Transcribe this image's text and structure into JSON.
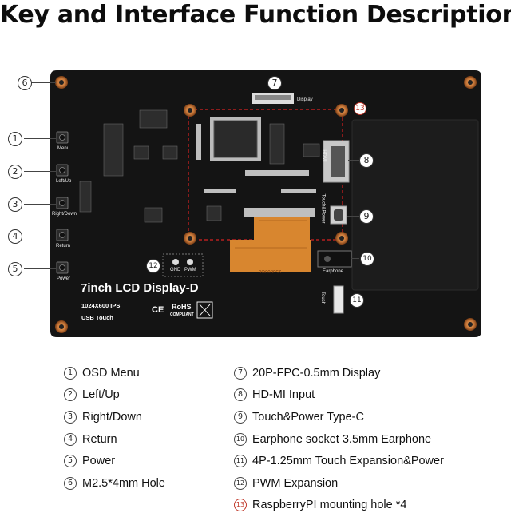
{
  "title": "Key and Interface Function Description",
  "board": {
    "model": "7inch LCD Display-D",
    "resolution": "1024X600 IPS",
    "touch": "USB Touch",
    "button_labels": [
      "Menu",
      "Left/Up",
      "Right/Down",
      "Return",
      "Power"
    ],
    "connector_labels": {
      "display": "Display",
      "hdmi": "HDMI",
      "typec": "Touch&Power",
      "earphone": "Earphone",
      "touch": "Touch",
      "gnd": "GND",
      "pwm": "PWM",
      "fpc": "256800G0"
    },
    "cert_marks": [
      "CE",
      "RoHS",
      "COMPLIANT"
    ],
    "colors": {
      "pcb": "#141414",
      "copper_ring": "#c8793a",
      "fpc": "#d8862f",
      "mount_outline": "#d62020"
    }
  },
  "callouts": [
    "1",
    "2",
    "3",
    "4",
    "5",
    "6",
    "7",
    "8",
    "9",
    "10",
    "11",
    "12",
    "13"
  ],
  "legend_left": [
    {
      "num": "1",
      "text": "OSD Menu"
    },
    {
      "num": "2",
      "text": "Left/Up"
    },
    {
      "num": "3",
      "text": "Right/Down"
    },
    {
      "num": "4",
      "text": "Return"
    },
    {
      "num": "5",
      "text": "Power"
    },
    {
      "num": "6",
      "text": "M2.5*4mm Hole"
    }
  ],
  "legend_right": [
    {
      "num": "7",
      "text": "20P-FPC-0.5mm Display"
    },
    {
      "num": "8",
      "text": "HD-MI Input"
    },
    {
      "num": "9",
      "text": "Touch&Power Type-C"
    },
    {
      "num": "10",
      "text": "Earphone socket 3.5mm Earphone"
    },
    {
      "num": "11",
      "text": "4P-1.25mm Touch Expansion&Power"
    },
    {
      "num": "12",
      "text": "PWM Expansion"
    },
    {
      "num": "13",
      "text": "RaspberryPI mounting hole *4"
    }
  ]
}
